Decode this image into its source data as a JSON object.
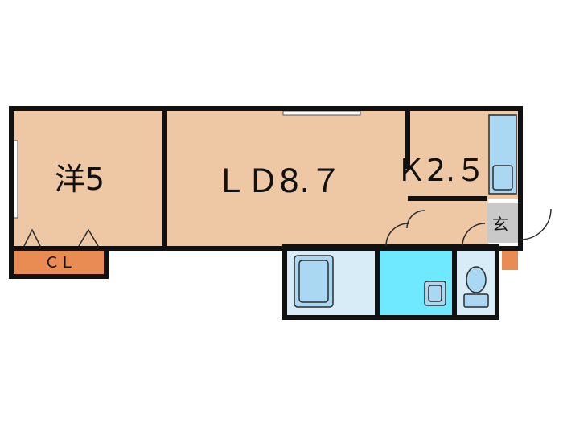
{
  "rooms": {
    "western": {
      "label": "洋5"
    },
    "living_dining": {
      "label": "ＬＤ8.７"
    },
    "kitchen": {
      "label": "Ｋ2.５"
    },
    "closet": {
      "label": "ＣＬ"
    },
    "entrance": {
      "label": "玄"
    }
  },
  "colors": {
    "wall": "#111111",
    "room_floor": "#eec8a5",
    "closet_floor": "#e88c54",
    "wet_area": "#d8ecf8",
    "toilet_room": "#6fe9ff",
    "entrance_floor": "#c9c9c9",
    "fixture_fill": "#aad8f2",
    "fixture_stroke": "#2b2b2b"
  }
}
